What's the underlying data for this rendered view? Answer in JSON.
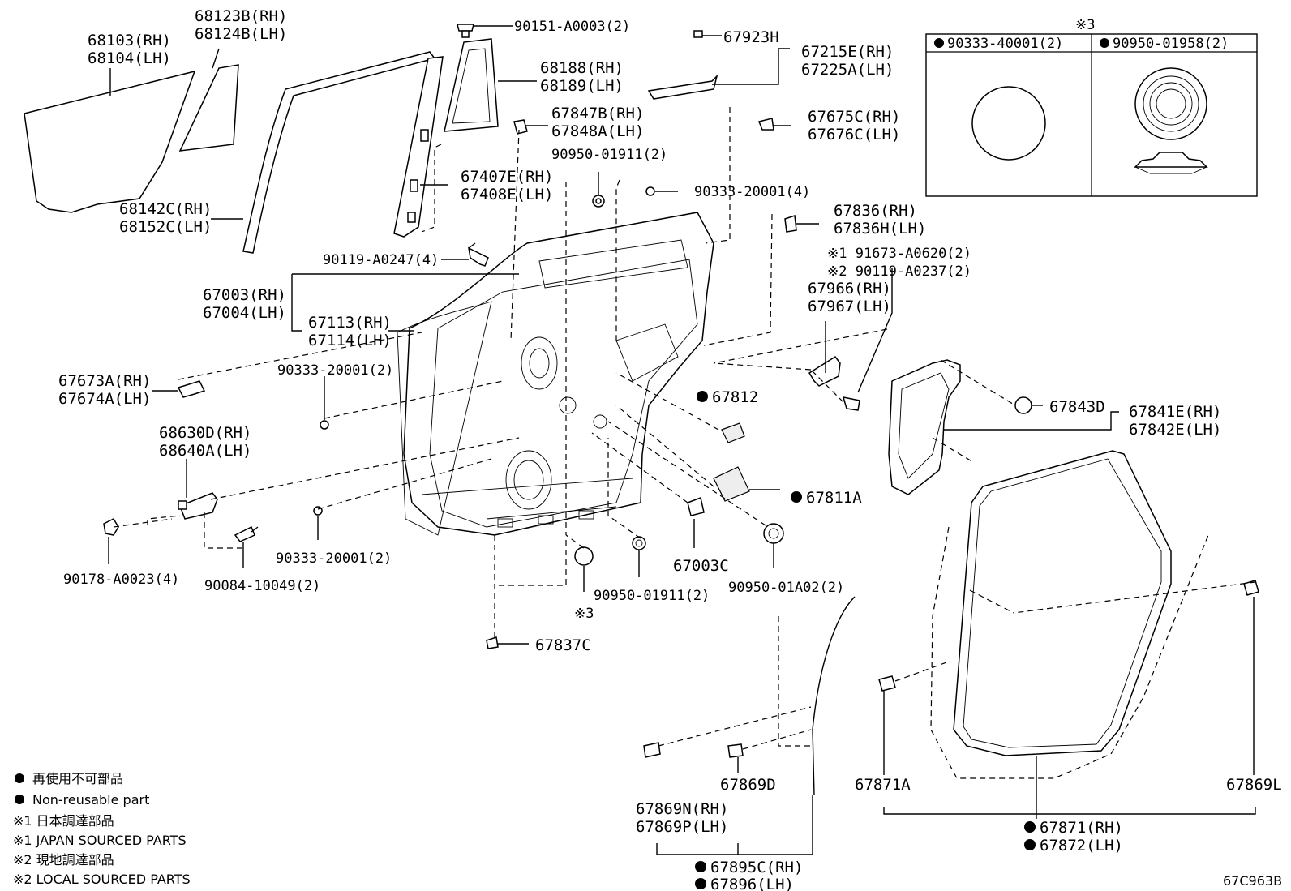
{
  "labels": {
    "l68103": "68103(RH)",
    "l68104": "68104(LH)",
    "l68123": "68123B(RH)",
    "l68124": "68124B(LH)",
    "l90151": "90151-A0003(2)",
    "l67923": "67923H",
    "l67215": "67215E(RH)",
    "l67225": "67225A(LH)",
    "l68188": "68188(RH)",
    "l68189": "68189(LH)",
    "l67847": "67847B(RH)",
    "l67848": "67848A(LH)",
    "l67675": "67675C(RH)",
    "l67676": "67676C(LH)",
    "l90950a": "90950-01911(2)",
    "l67407": "67407E(RH)",
    "l67408": "67408E(LH)",
    "l90333a": "90333-20001(4)",
    "l68142": "68142C(RH)",
    "l68152": "68152C(LH)",
    "l67836": "67836(RH)",
    "l67836h": "67836H(LH)",
    "l90119": "90119-A0247(4)",
    "l91673": "※1 91673-A0620(2)",
    "l90119b": "※2 90119-A0237(2)",
    "l67003": "67003(RH)",
    "l67004": "67004(LH)",
    "l67966": "67966(RH)",
    "l67967": "67967(LH)",
    "l67113": "67113(RH)",
    "l67114": "67114(LH)",
    "l67673": "67673A(RH)",
    "l67674": "67674A(LH)",
    "l90333b": "90333-20001(2)",
    "l67812": "67812",
    "l67843": "67843D",
    "l67841": "67841E(RH)",
    "l67842": "67842E(LH)",
    "l68630": "68630D(RH)",
    "l68640": "68640A(LH)",
    "l67811": "67811A",
    "l90178": "90178-A0023(4)",
    "l90084": "90084-10049(2)",
    "l90333c": "90333-20001(2)",
    "l67003c": "67003C",
    "l90950b": "90950-01911(2)",
    "l90950c": "90950-01A02(2)",
    "lref3": "※3",
    "l67837": "67837C",
    "l67869d": "67869D",
    "l67869n": "67869N(RH)",
    "l67869p": "67869P(LH)",
    "l67895": "67895C(RH)",
    "l67896": "67896(LH)",
    "l67871a": "67871A",
    "l67871": "67871(RH)",
    "l67872": "67872(LH)",
    "l67869l": "67869L"
  },
  "inset": {
    "ref": "※3",
    "left_label": "90333-40001(2)",
    "right_label": "90950-01958(2)"
  },
  "legend": {
    "line1": "再使用不可部品",
    "line2": "Non-reusable part",
    "line3": "※1 日本調達部品",
    "line4": "※1 JAPAN SOURCED PARTS",
    "line5": "※2 現地調達部品",
    "line6": "※2 LOCAL SOURCED PARTS"
  },
  "diagram_code": "67C963B"
}
